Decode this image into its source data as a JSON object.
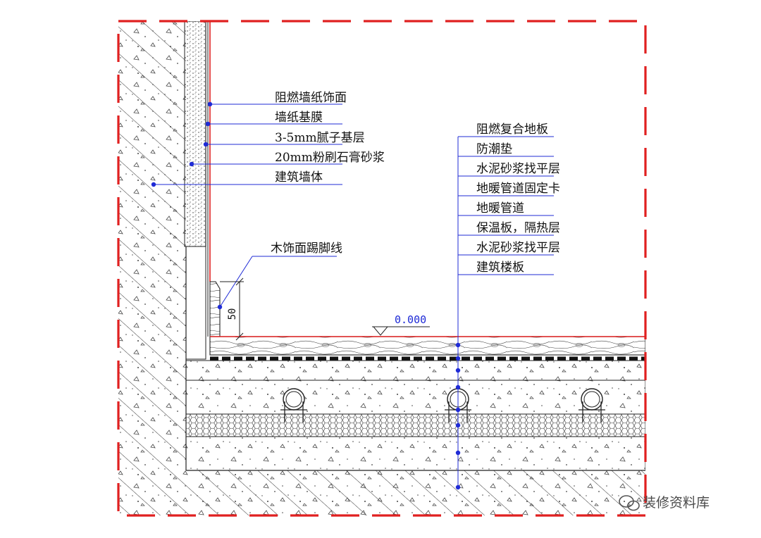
{
  "drawing": {
    "wall_labels": [
      "阻燃墙纸饰面",
      "墙纸基膜",
      "3-5mm腻子基层",
      "20mm粉刷石膏砂浆",
      "建筑墙体"
    ],
    "floor_labels": [
      "阻燃复合地板",
      "防潮垫",
      "水泥砂浆找平层",
      "地暖管道固定卡",
      "地暖管道",
      "保温板，隔热层",
      "水泥砂浆找平层",
      "建筑楼板"
    ],
    "skirting_label": "木饰面踢脚线",
    "skirting_height": "50",
    "elevation": "0.000"
  },
  "watermark": {
    "text": "装修资料库",
    "icon": "wechat-icon"
  },
  "colors": {
    "frame": "#e02020",
    "leader": "#1f2bd6",
    "line": "#222222"
  }
}
